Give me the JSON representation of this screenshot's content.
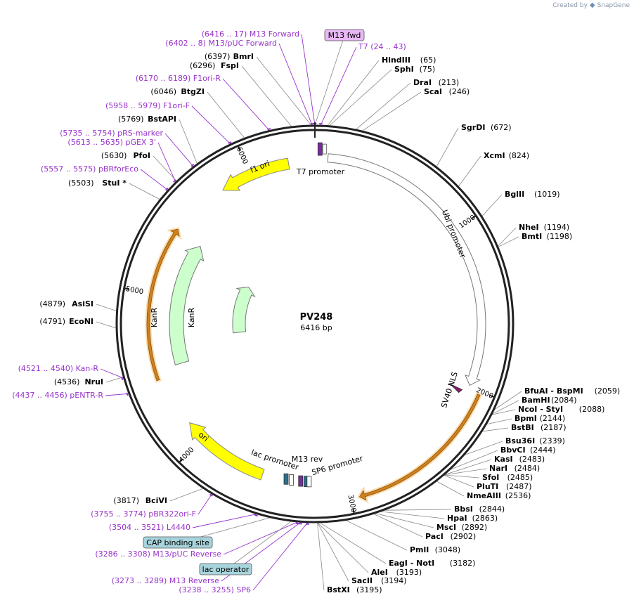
{
  "branding": {
    "created_by": "Created by",
    "logo_text": "SnapGene"
  },
  "plasmid": {
    "name": "PV248",
    "length_label": "6416 bp",
    "length": 6416
  },
  "colors": {
    "backbone": "#222222",
    "primer": "#9933cc",
    "enzyme_text": "#000000",
    "feature_yellow": "#ffff00",
    "feature_green": "#ccffcc",
    "feature_orange_glow": "#f6c77a",
    "callout_violet": "#e8b8f4",
    "callout_teal": "#a8d4dc"
  },
  "ticks": [
    {
      "pos": 1000,
      "label": "1000"
    },
    {
      "pos": 2000,
      "label": "2000"
    },
    {
      "pos": 3000,
      "label": "3000"
    },
    {
      "pos": 4000,
      "label": "4000"
    },
    {
      "pos": 5000,
      "label": "5000"
    },
    {
      "pos": 6000,
      "label": "6000"
    }
  ],
  "features": [
    {
      "name": "T7 promoter",
      "label": "T7 promoter",
      "start": 20,
      "end": 40,
      "style": "small-violet"
    },
    {
      "name": "Ubi promoter",
      "label": "Ubi promoter",
      "start": 80,
      "end": 1990,
      "style": "white-arrow"
    },
    {
      "name": "SV40 NLS",
      "label": "SV40 NLS",
      "start": 1995,
      "end": 2050,
      "style": "small-violet"
    },
    {
      "name": "f1 ori",
      "label": "f1 ori",
      "start": 5800,
      "end": 6250,
      "style": "yellow-arrow-rev"
    },
    {
      "name": "KanR",
      "label": "KanR",
      "start": 4600,
      "end": 5400,
      "style": "green-arrow-rev"
    },
    {
      "name": "ori",
      "label": "ori",
      "start": 3550,
      "end": 4130,
      "style": "yellow-arrow-rev"
    },
    {
      "name": "lac promoter",
      "label": "lac promoter",
      "start": 3380,
      "end": 3410,
      "style": "small-teal"
    },
    {
      "name": "M13 rev",
      "label": "M13 rev",
      "start": 3275,
      "end": 3290,
      "style": "small-violet"
    },
    {
      "name": "SP6 promoter",
      "label": "SP6 promoter",
      "start": 3240,
      "end": 3258,
      "style": "small-white"
    }
  ],
  "enzymes_right": [
    {
      "label": "HindIII",
      "pos": 65,
      "pos_label": "(65)"
    },
    {
      "label": "SphI",
      "pos": 75,
      "pos_label": "(75)"
    },
    {
      "label": "DraI",
      "pos": 213,
      "pos_label": "(213)"
    },
    {
      "label": "ScaI",
      "pos": 246,
      "pos_label": "(246)"
    },
    {
      "label": "SgrDI",
      "pos": 672,
      "pos_label": "(672)"
    },
    {
      "label": "XcmI",
      "pos": 824,
      "pos_label": "(824)"
    },
    {
      "label": "BglII",
      "pos": 1019,
      "pos_label": "(1019)"
    },
    {
      "label": "NheI",
      "pos": 1194,
      "pos_label": "(1194)"
    },
    {
      "label": "BmtI",
      "pos": 1198,
      "pos_label": "(1198)"
    },
    {
      "label": "BfuAI  - BspMI",
      "pos": 2059,
      "pos_label": "(2059)"
    },
    {
      "label": "BamHI",
      "pos": 2084,
      "pos_label": "(2084)"
    },
    {
      "label": "NcoI  - StyI",
      "pos": 2088,
      "pos_label": "(2088)"
    },
    {
      "label": "BpmI",
      "pos": 2144,
      "pos_label": "(2144)"
    },
    {
      "label": "BstBI",
      "pos": 2187,
      "pos_label": "(2187)"
    },
    {
      "label": "Bsu36I",
      "pos": 2339,
      "pos_label": "(2339)"
    },
    {
      "label": "BbvCI",
      "pos": 2444,
      "pos_label": "(2444)"
    },
    {
      "label": "KasI",
      "pos": 2483,
      "pos_label": "(2483)"
    },
    {
      "label": "NarI",
      "pos": 2484,
      "pos_label": "(2484)"
    },
    {
      "label": "SfoI",
      "pos": 2485,
      "pos_label": "(2485)"
    },
    {
      "label": "PluTI",
      "pos": 2487,
      "pos_label": "(2487)"
    },
    {
      "label": "NmeAIII",
      "pos": 2536,
      "pos_label": "(2536)"
    },
    {
      "label": "BbsI",
      "pos": 2844,
      "pos_label": "(2844)"
    },
    {
      "label": "HpaI",
      "pos": 2863,
      "pos_label": "(2863)"
    },
    {
      "label": "MscI",
      "pos": 2892,
      "pos_label": "(2892)"
    },
    {
      "label": "PacI",
      "pos": 2902,
      "pos_label": "(2902)"
    },
    {
      "label": "PmlI",
      "pos": 3048,
      "pos_label": "(3048)"
    },
    {
      "label": "EagI  - NotI",
      "pos": 3182,
      "pos_label": "(3182)"
    },
    {
      "label": "AleI",
      "pos": 3193,
      "pos_label": "(3193)"
    },
    {
      "label": "SacII",
      "pos": 3194,
      "pos_label": "(3194)"
    },
    {
      "label": "BstXI",
      "pos": 3195,
      "pos_label": "(3195)"
    }
  ],
  "enzymes_left": [
    {
      "label": "BmrI",
      "pos": 6397,
      "pos_label": "(6397)"
    },
    {
      "label": "FspI",
      "pos": 6296,
      "pos_label": "(6296)"
    },
    {
      "label": "BtgZI",
      "pos": 6046,
      "pos_label": "(6046)"
    },
    {
      "label": "BstAPI",
      "pos": 5769,
      "pos_label": "(5769)"
    },
    {
      "label": "PfoI",
      "pos": 5630,
      "pos_label": "(5630)"
    },
    {
      "label": "StuI *",
      "pos": 5503,
      "pos_label": "(5503)"
    },
    {
      "label": "AsiSI",
      "pos": 4879,
      "pos_label": "(4879)"
    },
    {
      "label": "EcoNI",
      "pos": 4791,
      "pos_label": "(4791)"
    },
    {
      "label": "NruI",
      "pos": 4536,
      "pos_label": "(4536)"
    },
    {
      "label": "BciVI",
      "pos": 3817,
      "pos_label": "(3817)"
    }
  ],
  "primers": [
    {
      "label": "(6416 .. 17)  M13 Forward",
      "pos": 6416
    },
    {
      "label": "(6402 .. 8)  M13/pUC Forward",
      "pos": 6402
    },
    {
      "label": "T7   (24 .. 43)",
      "pos": 30
    },
    {
      "label": "(6170 .. 6189)  F1ori-R",
      "pos": 6180
    },
    {
      "label": "(5958 .. 5979)  F1ori-F",
      "pos": 5968
    },
    {
      "label": "(5735 .. 5754)  pRS-marker",
      "pos": 5745
    },
    {
      "label": "(5613 .. 5635)  pGEX 3'",
      "pos": 5624
    },
    {
      "label": "(5557 .. 5575)  pBRforEco",
      "pos": 5566
    },
    {
      "label": "(4521 .. 4540)  Kan-R",
      "pos": 4530
    },
    {
      "label": "(4437 .. 4456)  pENTR-R",
      "pos": 4446
    },
    {
      "label": "(3755 .. 3774)  pBR322ori-F",
      "pos": 3764
    },
    {
      "label": "(3504 .. 3521)  L4440",
      "pos": 3512
    },
    {
      "label": "(3286 .. 3308)  M13/pUC Reverse",
      "pos": 3297
    },
    {
      "label": "(3273 .. 3289)  M13 Reverse",
      "pos": 3281
    },
    {
      "label": "(3238 .. 3255)  SP6",
      "pos": 3246
    }
  ],
  "callouts": [
    {
      "label": "M13 fwd",
      "pos": 6416,
      "color": "#e8b8f4"
    },
    {
      "label": "CAP binding site",
      "pos": 3440,
      "color": "#a8d4dc"
    },
    {
      "label": "lac operator",
      "pos": 3330,
      "color": "#a8d4dc"
    }
  ]
}
